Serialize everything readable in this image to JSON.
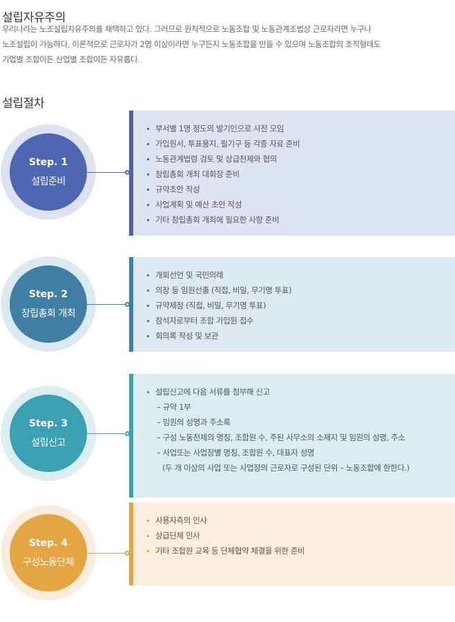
{
  "section1": {
    "title": "설립자유주의",
    "paragraph_lines": [
      "우리나라는 노조설립자유주의를 채택하고 있다. 그러므로 원칙적으로 노동조합 및 노동관계조법상 근로자라면 누구나",
      "노조설립이 가능하다, 이론적으로 근로자가 2명 이상이라면 누구든지 노동조합을 만들 수 있으며 노동조합의 조직형태도",
      "기업별 조합이든 산업별 조합이든 자유롭다."
    ]
  },
  "section2": {
    "title": "설립절차"
  },
  "colors": {
    "step1": "#4f67b3",
    "step2": "#3f7fa6",
    "step3": "#3aa0b3",
    "step4": "#e6a543"
  },
  "steps": [
    {
      "number": "Step. 1",
      "name": "설립준비",
      "items": [
        "부서별 1명 정도의 발기인으로 사전 모임",
        "가입원서, 투표용지, 필기구 등 각종 자료 준비",
        "노동관계법령 검토 및 상급천제와 협의",
        "창립총회 개최 대회장 준비",
        "규약초안 작성",
        "사업계획 및 예산 초안 작성",
        "기타 창립총회 개최에 필요한 사항 준비"
      ]
    },
    {
      "number": "Step. 2",
      "name": "창립총회 개최",
      "items": [
        "개회선언 및 국민의례",
        "의장 등 임원선출 (직접, 비밀, 무기명 투표)",
        "규약제정 (직접, 비밀, 무기명 투표)",
        "참석자로부터 조합 가입원 접수",
        "회의록 작성 및 보관"
      ]
    },
    {
      "number": "Step. 3",
      "name": "설립신고",
      "items": [
        "설립신고에 다음 서류를 첨부해 신고"
      ],
      "sub_items": [
        "– 규약 1부",
        "– 임원의 성명과 주소록",
        "– 구성 노동천제의 명칭, 조합원 수, 주된 사무소의 소재지 및 임원의 성명, 주소",
        "– 사업또는 사업장별 명칭, 조합원 수, 대표자 성명"
      ],
      "note": "(두 개 이상의 사업 또는 사업장의 근로자로 구성된 단위 – 노동조합에 한한다.)"
    },
    {
      "number": "Step. 4",
      "name": "구성노동단체",
      "items": [
        "사용자측의 인사",
        "상급단체 인사",
        "기타 조합원 교육 등 단체협약 체결을 위한 준비"
      ]
    }
  ]
}
